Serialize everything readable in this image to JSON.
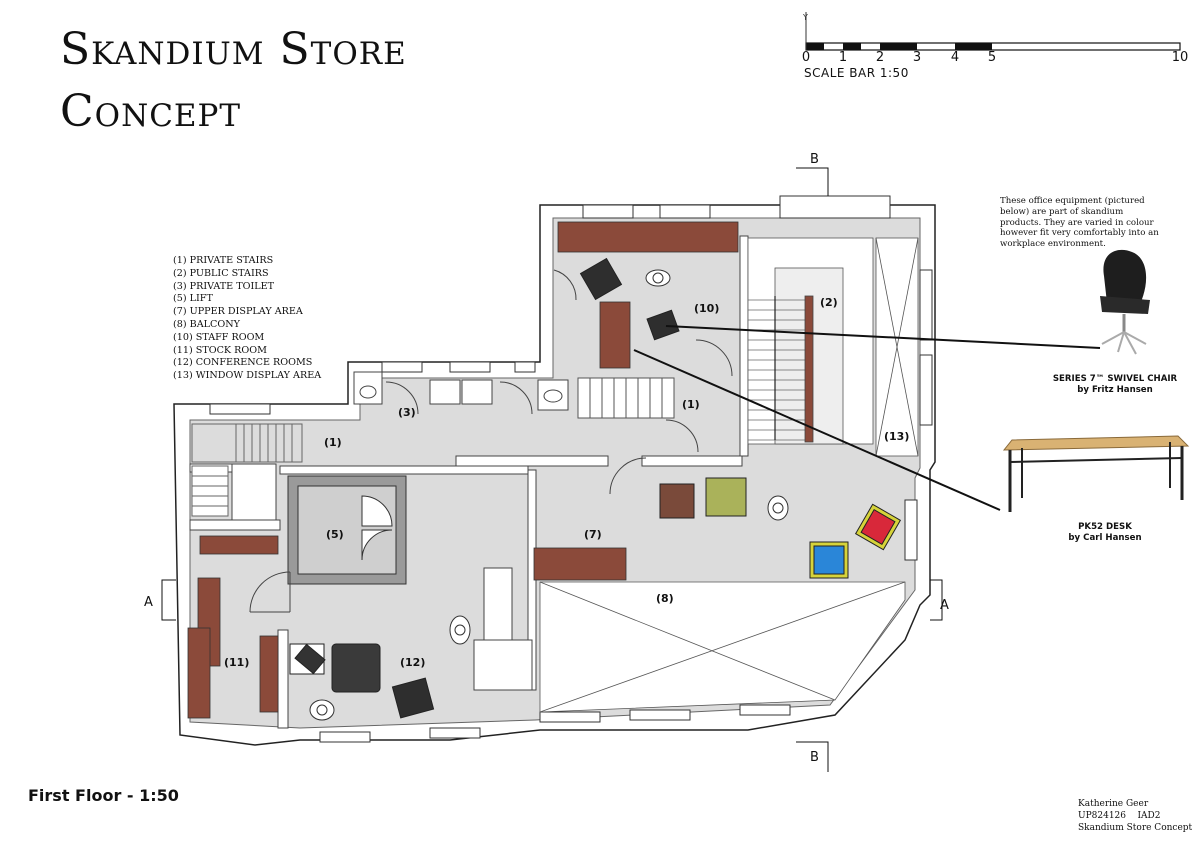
{
  "title": {
    "line1": "Skandium Store",
    "line2": "Concept"
  },
  "scale_bar": {
    "label": "SCALE BAR 1:50",
    "ticks": [
      "0",
      "1",
      "2",
      "3",
      "4",
      "5",
      "10"
    ]
  },
  "legend": [
    "(1) PRIVATE STAIRS",
    "(2) PUBLIC STAIRS",
    "(3) PRIVATE TOILET",
    "(5) LIFT",
    "(7) UPPER DISPLAY AREA",
    "(8) BALCONY",
    "(10) STAFF ROOM",
    "(11) STOCK ROOM",
    "(12) CONFERENCE ROOMS",
    "(13) WINDOW DISPLAY AREA"
  ],
  "note": "These office equipment (pictured below) are part of skandium products. They are varied in colour however fit very comfortably into an workplace environment.",
  "products": {
    "chair": {
      "name": "SERIES 7™ SWIVEL CHAIR",
      "maker": "by Fritz Hansen"
    },
    "desk": {
      "name": "PK52 DESK",
      "maker": "by Carl Hansen"
    }
  },
  "room_labels": {
    "r1a": "(1)",
    "r1b": "(1)",
    "r2": "(2)",
    "r3": "(3)",
    "r5": "(5)",
    "r7": "(7)",
    "r8": "(8)",
    "r10": "(10)",
    "r11": "(11)",
    "r12": "(12)",
    "r13": "(13)"
  },
  "section_markers": {
    "a_left": "A",
    "a_right": "A",
    "b_top": "B",
    "b_bottom": "B"
  },
  "floor_label": "First Floor - 1:50",
  "credits": {
    "name": "Katherine Geer",
    "id": "UP824126",
    "course": "IAD2",
    "project": "Skandium Store Concept"
  },
  "colors": {
    "floor": "#dcdcdc",
    "wall": "#ffffff",
    "furniture_wood": "#8b4a3a",
    "chair_yellow": "#d6d33a",
    "chair_red": "#d8283a",
    "chair_blue": "#2a86d8",
    "chair_olive": "#aab25a",
    "table_dark": "#3a3a3a"
  }
}
